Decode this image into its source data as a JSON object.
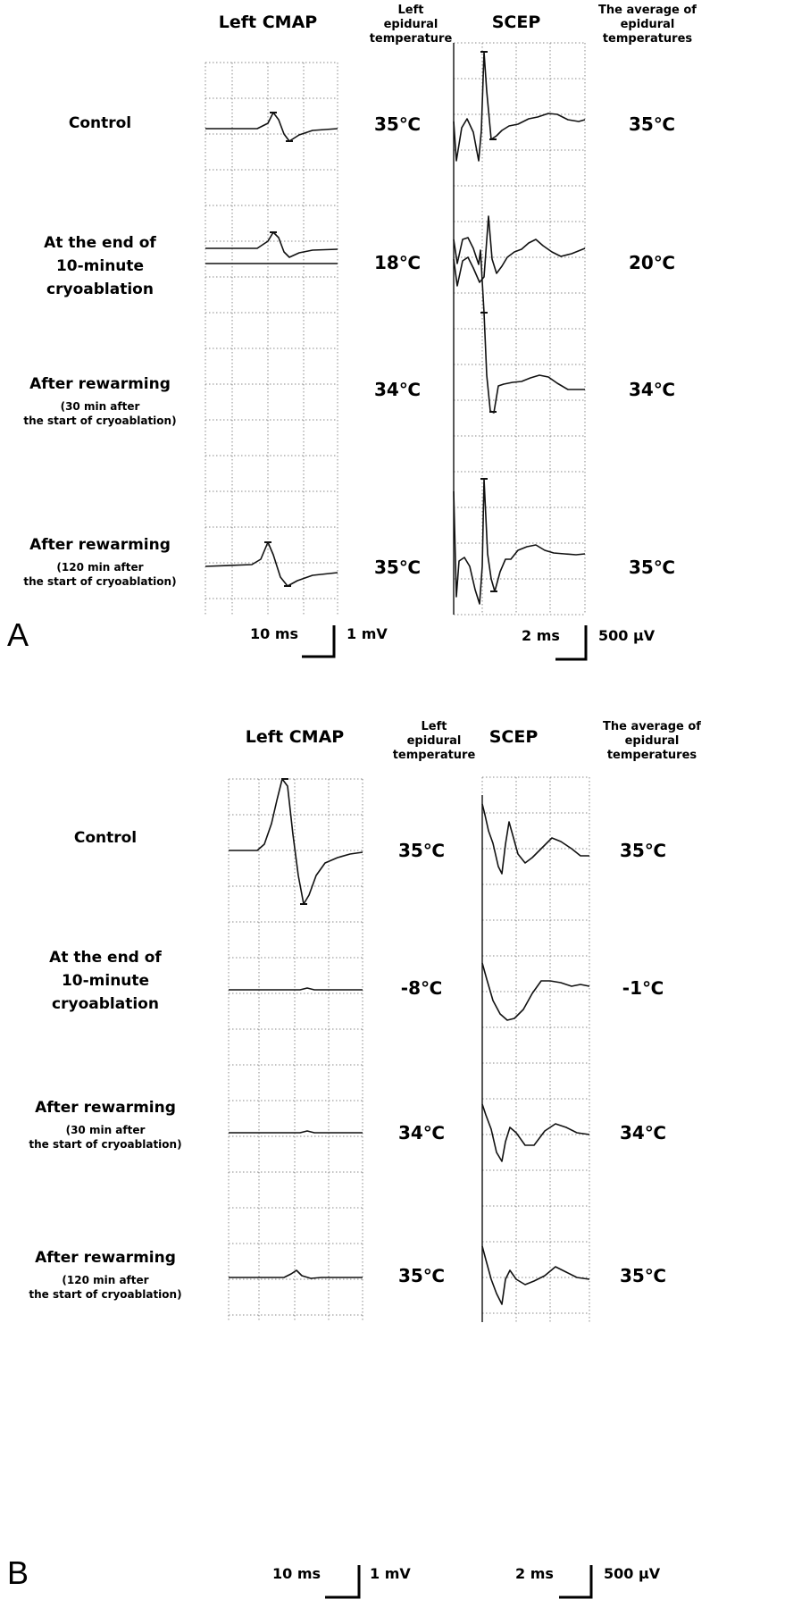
{
  "panels": [
    {
      "letter": "A",
      "headers": {
        "cmap": "Left CMAP",
        "left_temp": [
          "Left",
          "epidural",
          "temperature"
        ],
        "scep": "SCEP",
        "avg_temp": [
          "The average of",
          "epidural",
          "temperatures"
        ]
      },
      "rows": [
        {
          "label": [
            "Control"
          ],
          "sub": [],
          "left_temp": "35℃",
          "avg_temp": "35℃"
        },
        {
          "label": [
            "At the end of",
            "10-minute",
            "cryoablation"
          ],
          "sub": [],
          "left_temp": "18℃",
          "avg_temp": "20℃"
        },
        {
          "label": [
            "After rewarming"
          ],
          "sub": [
            "(30 min after",
            "the start of cryoablation)"
          ],
          "left_temp": "34℃",
          "avg_temp": "34℃"
        },
        {
          "label": [
            "After rewarming"
          ],
          "sub": [
            "(120 min after",
            "the start of cryoablation)"
          ],
          "left_temp": "35℃",
          "avg_temp": "35℃"
        }
      ],
      "scalebars": {
        "cmap_time": "10 ms",
        "cmap_amp": "1 mV",
        "scep_time": "2 ms",
        "scep_amp": "500 µV"
      }
    },
    {
      "letter": "B",
      "headers": {
        "cmap": "Left CMAP",
        "left_temp": [
          "Left",
          "epidural",
          "temperature"
        ],
        "scep": "SCEP",
        "avg_temp": [
          "The average of",
          "epidural",
          "temperatures"
        ]
      },
      "rows": [
        {
          "label": [
            "Control"
          ],
          "sub": [],
          "left_temp": "35℃",
          "avg_temp": "35℃"
        },
        {
          "label": [
            "At the end of",
            "10-minute",
            "cryoablation"
          ],
          "sub": [],
          "left_temp": "-8℃",
          "avg_temp": "-1℃"
        },
        {
          "label": [
            "After rewarming"
          ],
          "sub": [
            "(30 min after",
            "the start of cryoablation)"
          ],
          "left_temp": "34℃",
          "avg_temp": "34℃"
        },
        {
          "label": [
            "After rewarming"
          ],
          "sub": [
            "(120 min after",
            "the start of cryoablation)"
          ],
          "left_temp": "35℃",
          "avg_temp": "35℃"
        }
      ],
      "scalebars": {
        "cmap_time": "10 ms",
        "cmap_amp": "1 mV",
        "scep_time": "2 ms",
        "scep_amp": "500 µV"
      }
    }
  ]
}
